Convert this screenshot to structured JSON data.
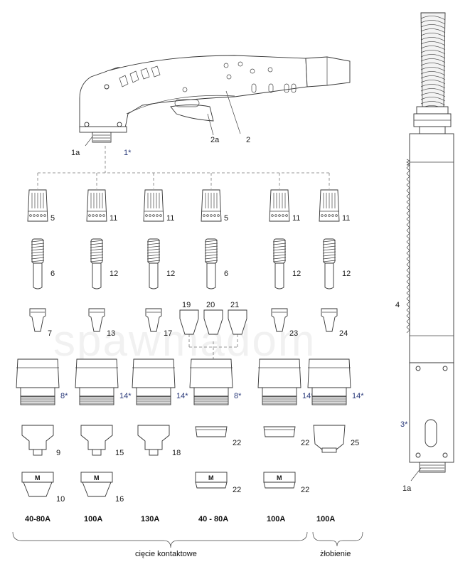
{
  "watermark": "spawmadom",
  "torch_labels": {
    "a1": "1a",
    "star1": "1*",
    "a2": "2a",
    "n2": "2"
  },
  "columns": [
    {
      "cap": "5",
      "electrode": "6",
      "tip": "7",
      "nozzle": "8*",
      "shield1": "9",
      "shield2": "10",
      "amp": "40-80A"
    },
    {
      "cap": "11",
      "electrode": "12",
      "tip": "13",
      "nozzle": "14*",
      "shield1": "15",
      "shield2": "16",
      "amp": "100A"
    },
    {
      "cap": "11",
      "electrode": "12",
      "tip": "17",
      "nozzle": "14*",
      "shield1": "18",
      "amp": "130A"
    },
    {
      "cap": "5",
      "electrode": "6",
      "tips": [
        "19",
        "20",
        "21"
      ],
      "nozzle": "8*",
      "shield1": "22",
      "shield2": "22",
      "amp": "40 - 80A"
    },
    {
      "cap": "11",
      "electrode": "12",
      "tip": "23",
      "nozzle": "14*",
      "shield1": "22",
      "shield2": "22",
      "amp": "100A"
    },
    {
      "cap": "11",
      "electrode": "12",
      "tip": "24",
      "nozzle": "14*",
      "shield1": "25",
      "amp": "100A"
    }
  ],
  "m_mark": "M",
  "groups": {
    "contact": "cięcie kontaktowe",
    "gouging": "żłobienie"
  },
  "machine_torch": {
    "n4": "4",
    "n3": "3*",
    "n1a": "1a"
  }
}
